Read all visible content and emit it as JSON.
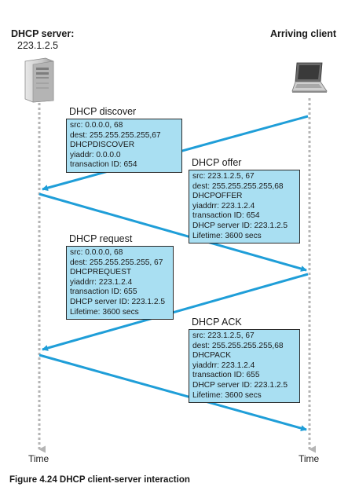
{
  "server": {
    "title": "DHCP server:",
    "address": "223.1.2.5",
    "icon": "server-tower-icon"
  },
  "client": {
    "title": "Arriving client",
    "icon": "laptop-icon"
  },
  "timelines": {
    "left_label": "Time",
    "right_label": "Time"
  },
  "colors": {
    "arrow": "#1f9ed8",
    "box_fill": "#a9dff2",
    "timeline": "#b5b5b5"
  },
  "messages": [
    {
      "title": "DHCP discover",
      "lines": [
        "src: 0.0.0.0, 68",
        "dest: 255.255.255.255,67",
        "DHCPDISCOVER",
        "yiaddr: 0.0.0.0",
        "transaction ID: 654"
      ]
    },
    {
      "title": "DHCP offer",
      "lines": [
        "src: 223.1.2.5, 67",
        "dest: 255.255.255.255,68",
        "DHCPOFFER",
        "yiaddrr: 223.1.2.4",
        "transaction ID: 654",
        "DHCP server ID: 223.1.2.5",
        "Lifetime: 3600 secs"
      ]
    },
    {
      "title": "DHCP request",
      "lines": [
        "src: 0.0.0.0, 68",
        "dest: 255.255.255.255, 67",
        "DHCPREQUEST",
        "yiaddrr: 223.1.2.4",
        "transaction ID: 655",
        "DHCP server ID: 223.1.2.5",
        "Lifetime: 3600 secs"
      ]
    },
    {
      "title": "DHCP ACK",
      "lines": [
        "src: 223.1.2.5, 67",
        "dest: 255.255.255.255,68",
        "DHCPACK",
        "yiaddrr: 223.1.2.4",
        "transaction ID: 655",
        "DHCP server ID: 223.1.2.5",
        "Lifetime: 3600 secs"
      ]
    }
  ],
  "caption": "Figure 4.24 DHCP client-server interaction"
}
